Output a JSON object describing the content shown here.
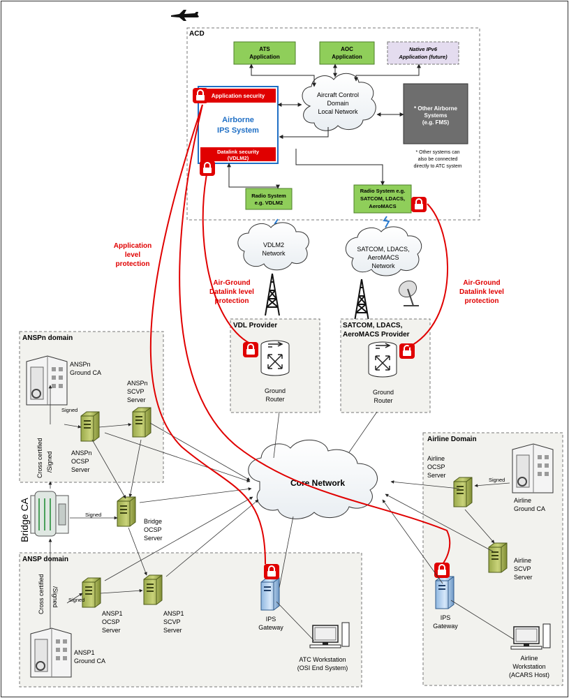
{
  "acd": {
    "title": "ACD",
    "ats": [
      "ATS",
      "Application"
    ],
    "aoc": [
      "AOC",
      "Application"
    ],
    "native": [
      "Native IPv6",
      "Application (future)"
    ],
    "app_security": "Application security",
    "airborne_ips": [
      "Airborne",
      "IPS System"
    ],
    "datalink_security": [
      "Datalink security",
      "(VDLM2)"
    ],
    "cloud": [
      "Aircraft Control",
      "Domain",
      "Local Network"
    ],
    "other_airborne": [
      "* Other Airborne",
      "Systems",
      "(e.g. FMS)"
    ],
    "note": [
      "* Other systems can",
      "also be connected",
      "directly to ATC system"
    ],
    "radio1": [
      "Radio System",
      "e.g. VDLM2"
    ],
    "radio2": [
      "Radio System e.g.",
      "SATCOM, LDACS,",
      "AeroMACS"
    ]
  },
  "networks": {
    "vdlm2": [
      "VDLM2",
      "Network"
    ],
    "satcom": [
      "SATCOM, LDACS,",
      "AeroMACS",
      "Network"
    ],
    "core": "Core Network"
  },
  "protection": {
    "application": [
      "Application",
      "level",
      "protection"
    ],
    "airground_left": [
      "Air-Ground",
      "Datalink level",
      "protection"
    ],
    "airground_right": [
      "Air-Ground",
      "Datalink level",
      "protection"
    ]
  },
  "vdl_provider": {
    "title": "VDL Provider",
    "router": [
      "Ground",
      "Router"
    ]
  },
  "sat_provider": {
    "title": [
      "SATCOM, LDACS,",
      "AeroMACS Provider"
    ],
    "router": [
      "Ground",
      "Router"
    ]
  },
  "ansp_n": {
    "title": "ANSPn domain",
    "ground_ca": [
      "ANSPn",
      "Ground CA"
    ],
    "scvp": [
      "ANSPn",
      "SCVP",
      "Server"
    ],
    "ocsp": [
      "ANSPn",
      "OCSP",
      "Server"
    ],
    "signed": "Signed",
    "cross": [
      "Cross certified",
      "/Signed"
    ]
  },
  "bridge": {
    "ca": "Bridge CA",
    "signed": "Signed",
    "ocsp": [
      "Bridge",
      "OCSP",
      "Server"
    ]
  },
  "ansp": {
    "title": "ANSP domain",
    "ocsp": [
      "ANSP1",
      "OCSP",
      "Server"
    ],
    "scvp": [
      "ANSP1",
      "SCVP",
      "Server"
    ],
    "ground_ca": [
      "ANSP1",
      "Ground CA"
    ],
    "signed": "Signed",
    "cross": [
      "Cross certified",
      "/Signed"
    ],
    "gateway": [
      "IPS",
      "Gateway"
    ],
    "workstation": [
      "ATC Workstation",
      "(OSI End System)"
    ]
  },
  "airline": {
    "title": "Airline Domain",
    "ocsp": [
      "Airline",
      "OCSP",
      "Server"
    ],
    "ground_ca": [
      "Airline",
      "Ground CA"
    ],
    "signed": "Signed",
    "scvp": [
      "Airline",
      "SCVP",
      "Server"
    ],
    "gateway": [
      "IPS",
      "Gateway"
    ],
    "workstation": [
      "Airline",
      "Workstation",
      "(ACARS Host)"
    ]
  },
  "colors": {
    "green_box": "#8fce5a",
    "green_border": "#4d7f2a",
    "purple_box": "#e4dcef",
    "security_red": "#e00000",
    "ips_blue": "#1f6fc5",
    "domain_fill": "#f2f2ee",
    "gray_box": "#6e6e6e"
  },
  "icons": [
    "airplane-icon",
    "lock-icon",
    "server-icon",
    "building-icon",
    "router-icon",
    "antenna-tower-icon",
    "satellite-dish-icon",
    "workstation-icon"
  ]
}
